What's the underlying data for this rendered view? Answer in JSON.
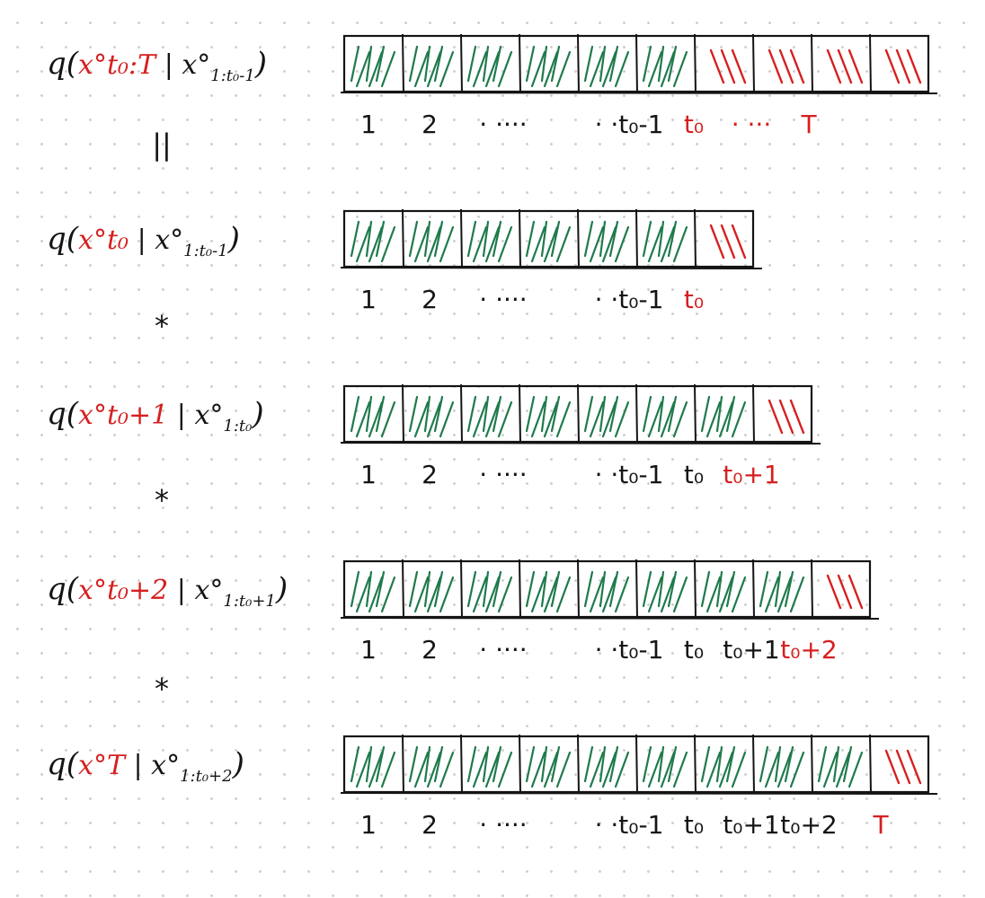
{
  "colors": {
    "ink": "#141414",
    "observed": "#1f7a4c",
    "target": "#d61f1f"
  },
  "rows": [
    {
      "formula": {
        "open": "q(",
        "target": "x°t₀:T",
        "given": " | x°",
        "sub": "1:t₀-1",
        "close": ")"
      },
      "boxes": [
        "observed",
        "observed",
        "observed",
        "observed",
        "observed",
        "observed",
        "target",
        "target",
        "target",
        "target"
      ],
      "ticks": [
        {
          "text": "1",
          "color": "ink"
        },
        {
          "text": "2",
          "color": "ink"
        },
        {
          "text": "· ····",
          "color": "ink"
        },
        {
          "text": "· ·t₀-1",
          "color": "ink"
        },
        {
          "text": "t₀",
          "color": "target"
        },
        {
          "text": "· ···",
          "color": "target"
        },
        {
          "text": "T",
          "color": "target"
        }
      ],
      "operator": "||"
    },
    {
      "formula": {
        "open": "q(",
        "target": "x°t₀",
        "given": " | x°",
        "sub": "1:t₀-1",
        "close": ")"
      },
      "boxes": [
        "observed",
        "observed",
        "observed",
        "observed",
        "observed",
        "observed",
        "target"
      ],
      "ticks": [
        {
          "text": "1",
          "color": "ink"
        },
        {
          "text": "2",
          "color": "ink"
        },
        {
          "text": "· ····",
          "color": "ink"
        },
        {
          "text": "· ·t₀-1",
          "color": "ink"
        },
        {
          "text": "t₀",
          "color": "target"
        }
      ],
      "operator": "*"
    },
    {
      "formula": {
        "open": "q(",
        "target": "x°t₀+1",
        "given": " | x°",
        "sub": "1:t₀",
        "close": ")"
      },
      "boxes": [
        "observed",
        "observed",
        "observed",
        "observed",
        "observed",
        "observed",
        "observed",
        "target"
      ],
      "ticks": [
        {
          "text": "1",
          "color": "ink"
        },
        {
          "text": "2",
          "color": "ink"
        },
        {
          "text": "· ····",
          "color": "ink"
        },
        {
          "text": "· ·t₀-1",
          "color": "ink"
        },
        {
          "text": "t₀",
          "color": "ink"
        },
        {
          "text": "t₀+1",
          "color": "target"
        }
      ],
      "operator": "*"
    },
    {
      "formula": {
        "open": "q(",
        "target": "x°t₀+2",
        "given": " | x°",
        "sub": "1:t₀+1",
        "close": ")"
      },
      "boxes": [
        "observed",
        "observed",
        "observed",
        "observed",
        "observed",
        "observed",
        "observed",
        "observed",
        "target"
      ],
      "ticks": [
        {
          "text": "1",
          "color": "ink"
        },
        {
          "text": "2",
          "color": "ink"
        },
        {
          "text": "· ····",
          "color": "ink"
        },
        {
          "text": "· ·t₀-1",
          "color": "ink"
        },
        {
          "text": "t₀",
          "color": "ink"
        },
        {
          "text": "t₀+1",
          "color": "ink"
        },
        {
          "text": "t₀+2",
          "color": "target"
        }
      ],
      "operator": "*"
    },
    {
      "formula": {
        "open": "q(",
        "target": "x°T",
        "given": " | x°",
        "sub": "1:t₀+2",
        "close": ")"
      },
      "boxes": [
        "observed",
        "observed",
        "observed",
        "observed",
        "observed",
        "observed",
        "observed",
        "observed",
        "observed",
        "target"
      ],
      "ticks": [
        {
          "text": "1",
          "color": "ink"
        },
        {
          "text": "2",
          "color": "ink"
        },
        {
          "text": "· ····",
          "color": "ink"
        },
        {
          "text": "· ·t₀-1",
          "color": "ink"
        },
        {
          "text": "t₀",
          "color": "ink"
        },
        {
          "text": "t₀+1",
          "color": "ink"
        },
        {
          "text": "t₀+2",
          "color": "ink"
        },
        {
          "text": "T",
          "color": "target"
        }
      ],
      "operator": ""
    }
  ]
}
